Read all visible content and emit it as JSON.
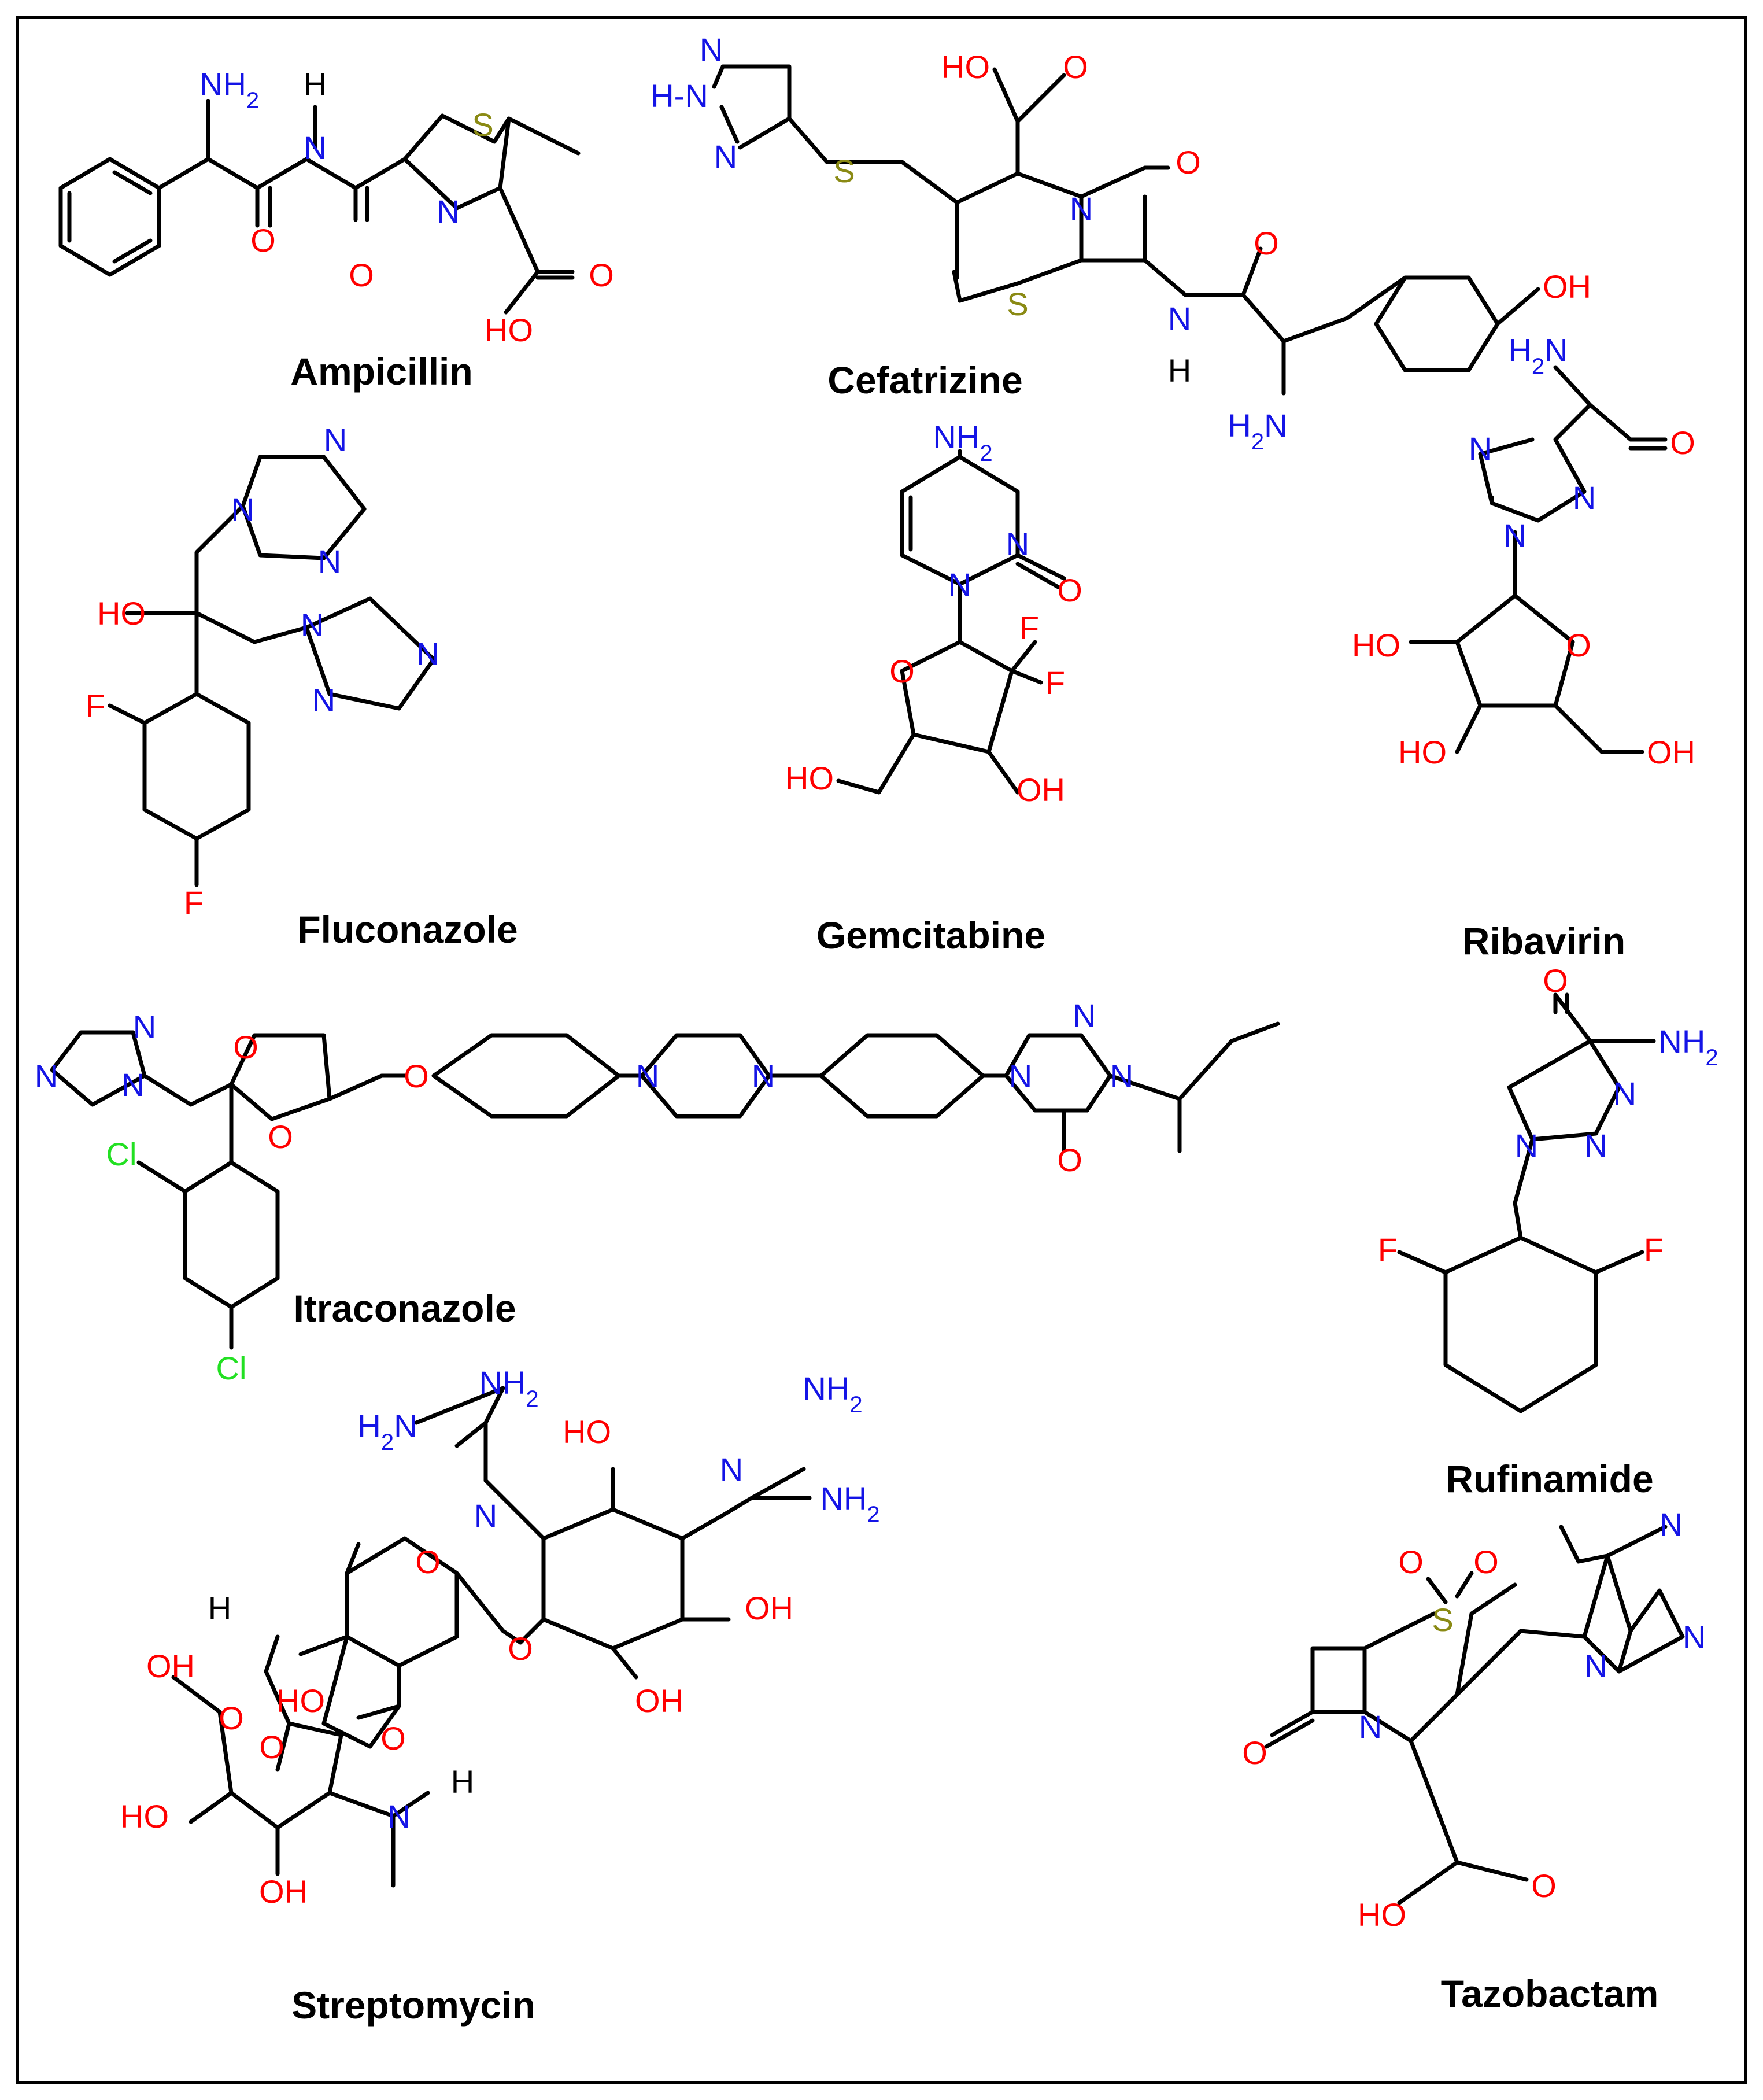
{
  "colors": {
    "C": "#000000",
    "N": "#1414e6",
    "O": "#ff0000",
    "S": "#8a8a14",
    "F": "#ff0000",
    "Cl": "#22e022"
  },
  "molecules": [
    {
      "id": "ampicillin",
      "name": "Ampicillin",
      "labels": {
        "nh2": "NH2",
        "h_amide": "H",
        "n_amide": "N",
        "s": "S",
        "n_ring": "N",
        "o_amide": "O",
        "o_lactam": "O",
        "o_acid": "O",
        "ho_acid": "HO"
      }
    },
    {
      "id": "cefatrizine",
      "name": "Cefatrizine",
      "labels": {
        "n_tri_top": "N",
        "h_n": "H-N",
        "n_tri_bot": "N",
        "s_link": "S",
        "ho_acid": "HO",
        "o_acid": "O",
        "n_ring": "N",
        "o_lactam": "O",
        "s_ring": "S",
        "o_amide": "O",
        "n_amide": "N",
        "h_amide": "H",
        "oh_phenol": "OH",
        "h2n": "H2N"
      }
    },
    {
      "id": "fluconazole",
      "name": "Fluconazole",
      "labels": {
        "n_t1_a": "N",
        "n_t1_b": "N",
        "n_t1_c": "N",
        "ho": "HO",
        "n_t2_a": "N",
        "n_t2_b": "N",
        "n_t2_c": "N",
        "f1": "F",
        "f2": "F"
      }
    },
    {
      "id": "gemcitabine",
      "name": "Gemcitabine",
      "labels": {
        "nh2": "NH2",
        "n3": "N",
        "o2": "O",
        "n1": "N",
        "f1": "F",
        "f2": "F",
        "o_ring": "O",
        "ho": "HO",
        "oh": "OH"
      }
    },
    {
      "id": "ribavirin",
      "name": "Ribavirin",
      "labels": {
        "h2n": "H2N",
        "o_amide": "O",
        "n4": "N",
        "n2": "N",
        "n1": "N",
        "ho1": "HO",
        "o_ring": "O",
        "ho2": "HO",
        "oh": "OH"
      }
    },
    {
      "id": "itraconazole",
      "name": "Itraconazole",
      "labels": {
        "n_a": "N",
        "n_b": "N",
        "n_c": "N",
        "o_d1": "O",
        "o_d2": "O",
        "o_ether": "O",
        "n_p1": "N",
        "n_p2": "N",
        "n_t1": "N",
        "n_t2": "N",
        "n_t3": "N",
        "o_t": "O",
        "cl1": "Cl",
        "cl2": "Cl"
      }
    },
    {
      "id": "rufinamide",
      "name": "Rufinamide",
      "labels": {
        "o": "O",
        "nh2": "NH2",
        "n1": "N",
        "n2": "N",
        "n3": "N",
        "f1": "F",
        "f2": "F"
      }
    },
    {
      "id": "streptomycin",
      "name": "Streptomycin",
      "labels": {
        "nh2_a": "NH2",
        "h2n_a": "H2N",
        "n_a": "N",
        "ho_top": "HO",
        "n_b": "N",
        "nh2_b1": "NH2",
        "nh2_b2": "NH2",
        "o_ald": "O",
        "h_ald": "H",
        "o_ring1": "O",
        "oh_1": "OH",
        "oh_2": "OH",
        "o_glyc1": "O",
        "ho_q": "HO",
        "oh_top": "OH",
        "o_ring2": "O",
        "o_glyc2": "O",
        "n_me": "N",
        "h_n": "H",
        "ho_a": "HO",
        "oh_b": "OH"
      }
    },
    {
      "id": "tazobactam",
      "name": "Tazobactam",
      "labels": {
        "n_t1": "N",
        "n_t2": "N",
        "n_t3": "N",
        "o_s1": "O",
        "o_s2": "O",
        "s": "S",
        "n_ring": "N",
        "o_lactam": "O",
        "o_acid": "O",
        "ho_acid": "HO"
      }
    }
  ]
}
